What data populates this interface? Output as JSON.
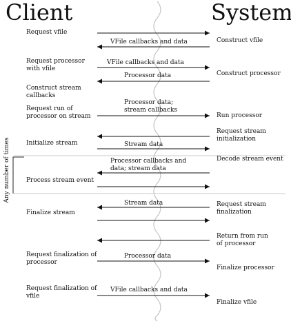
{
  "titles": {
    "client": "Client",
    "system": "System"
  },
  "side_label": "Any number of times",
  "client_steps": [
    "Request vfile",
    "Request processor with vfile",
    "Construct stream callbacks",
    "Request run of processor on stream",
    "Initialize stream",
    "Process stream event",
    "Finalize stream",
    "Request finalization of processor",
    "Request finalization of vfile"
  ],
  "system_steps": [
    "Construct vfile",
    "Construct processor",
    "Run processor",
    "Request stream initialization",
    "Decode stream event",
    "Request stream finalization",
    "Return from run of processor",
    "Finalize processor",
    "Finalize vfile"
  ],
  "messages": [
    {
      "text": "",
      "direction": "to-system"
    },
    {
      "text": "VFile callbacks and data",
      "direction": "to-client"
    },
    {
      "text": "VFile callbacks and data",
      "direction": "to-system"
    },
    {
      "text": "Processor data",
      "direction": "to-client"
    },
    {
      "text": "Processor data; stream callbacks",
      "direction": "to-system"
    },
    {
      "text": "",
      "direction": "to-client"
    },
    {
      "text": "Stream data",
      "direction": "to-system"
    },
    {
      "text": "Processor callbacks and data; stream data",
      "direction": "to-client"
    },
    {
      "text": "",
      "direction": "to-system"
    },
    {
      "text": "Stream data",
      "direction": "to-client"
    },
    {
      "text": "",
      "direction": "to-system"
    },
    {
      "text": "",
      "direction": "to-client"
    },
    {
      "text": "Processor data",
      "direction": "to-system"
    },
    {
      "text": "VFile callbacks and data",
      "direction": "to-system"
    }
  ]
}
